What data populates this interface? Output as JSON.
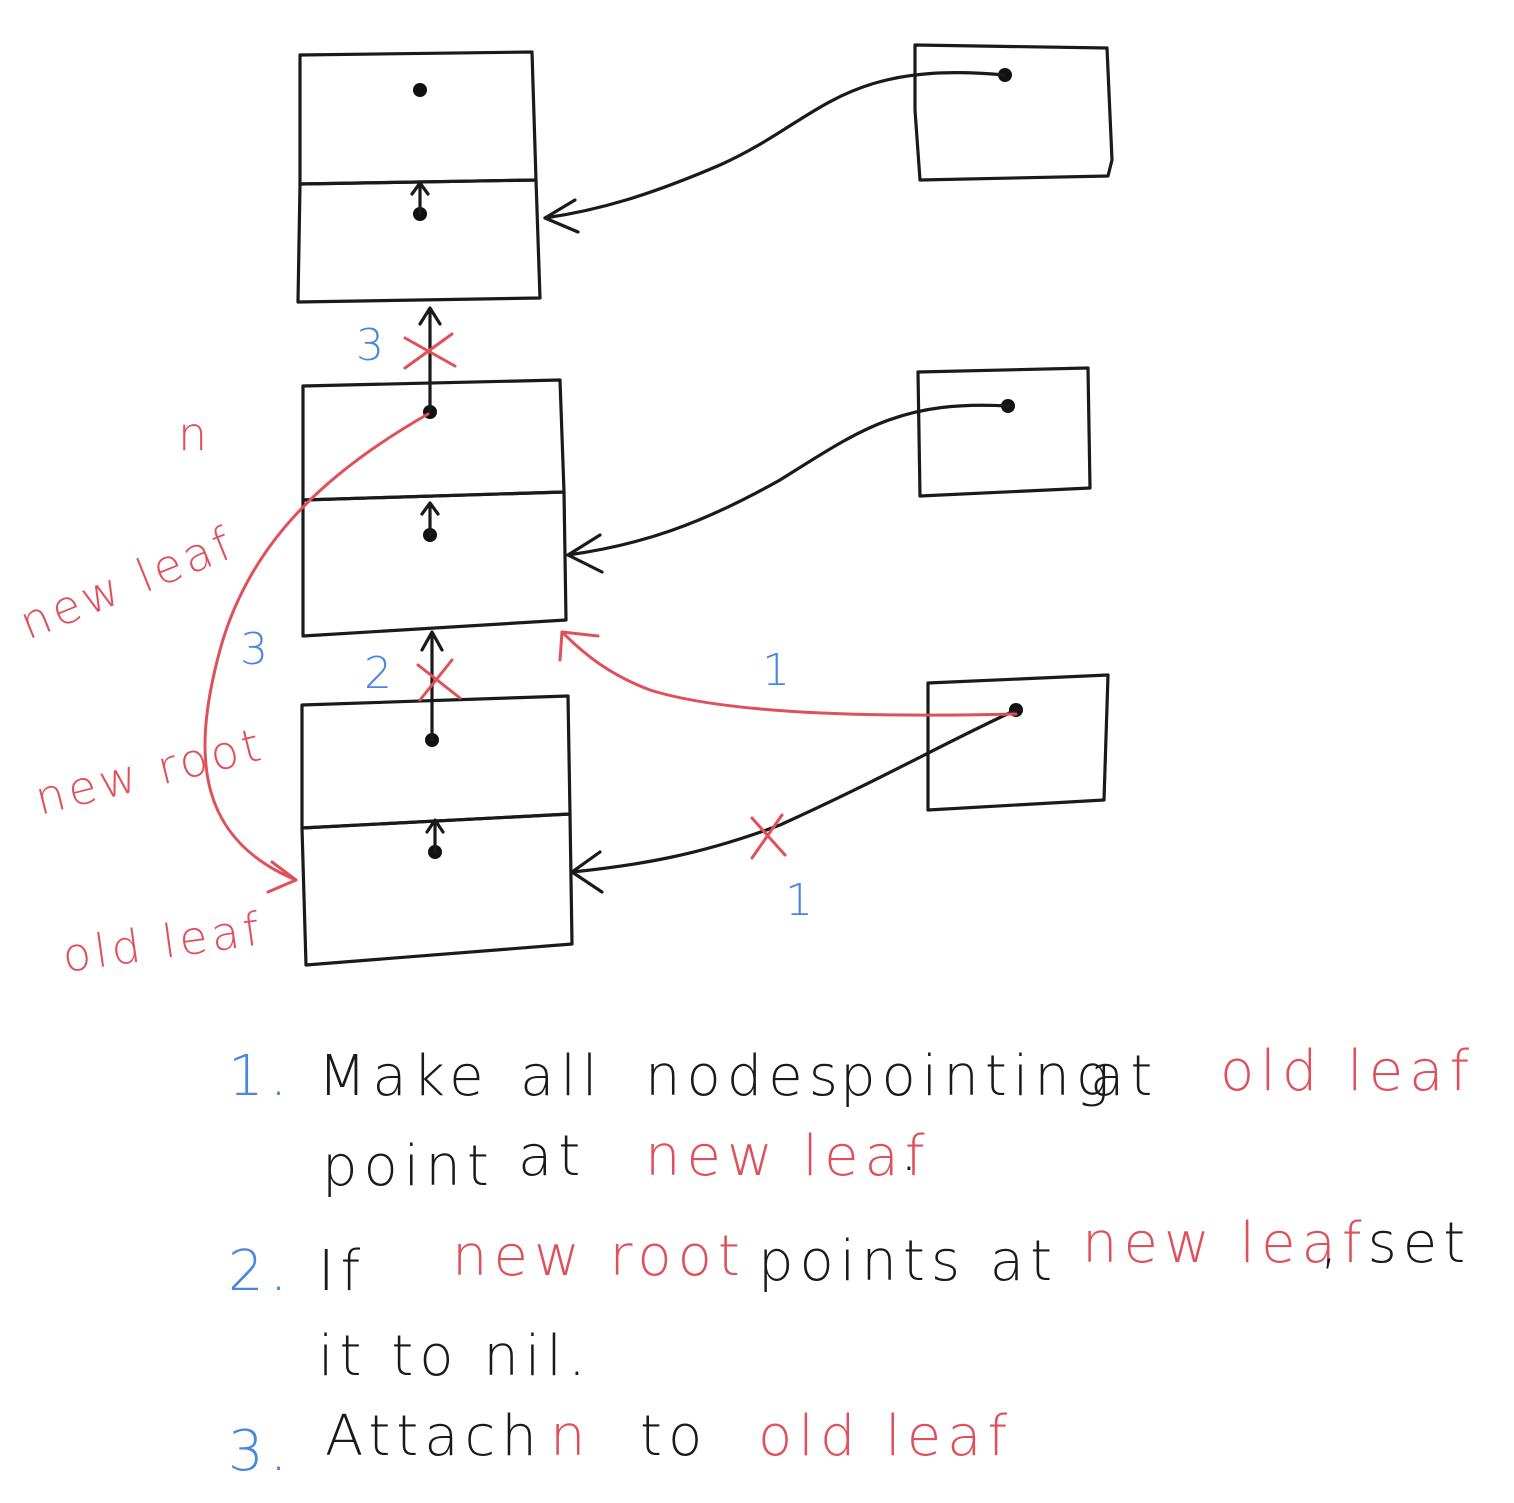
{
  "diagram": {
    "colors": {
      "ink": "#1a1a1a",
      "accent_red": "#e0505a",
      "accent_blue": "#4a86e0"
    },
    "labels": {
      "n": "n",
      "new_leaf": "new leaf",
      "new_root": "new root",
      "old_leaf": "old leaf"
    },
    "markers": {
      "top_step": "3",
      "left_step": "3",
      "middle_step": "2",
      "red_arrow_step": "1",
      "black_arrow_step": "1"
    }
  },
  "steps": [
    {
      "number": "1.",
      "line1": [
        "Make",
        "all",
        "nodes",
        "pointing",
        "at"
      ],
      "line1_red": "old leaf",
      "line2": [
        "point",
        "at"
      ],
      "line2_red": "new leaf",
      "line2_end": "."
    },
    {
      "number": "2.",
      "line1_start": "If",
      "line1_red_a": "new root",
      "line1_mid": "points at",
      "line1_red_b": "new leaf",
      "line1_end": ", set",
      "line2": "it to nil."
    },
    {
      "number": "3.",
      "text_a": "Attach",
      "red_a": "n",
      "text_b": "to",
      "red_b": "old leaf"
    }
  ]
}
